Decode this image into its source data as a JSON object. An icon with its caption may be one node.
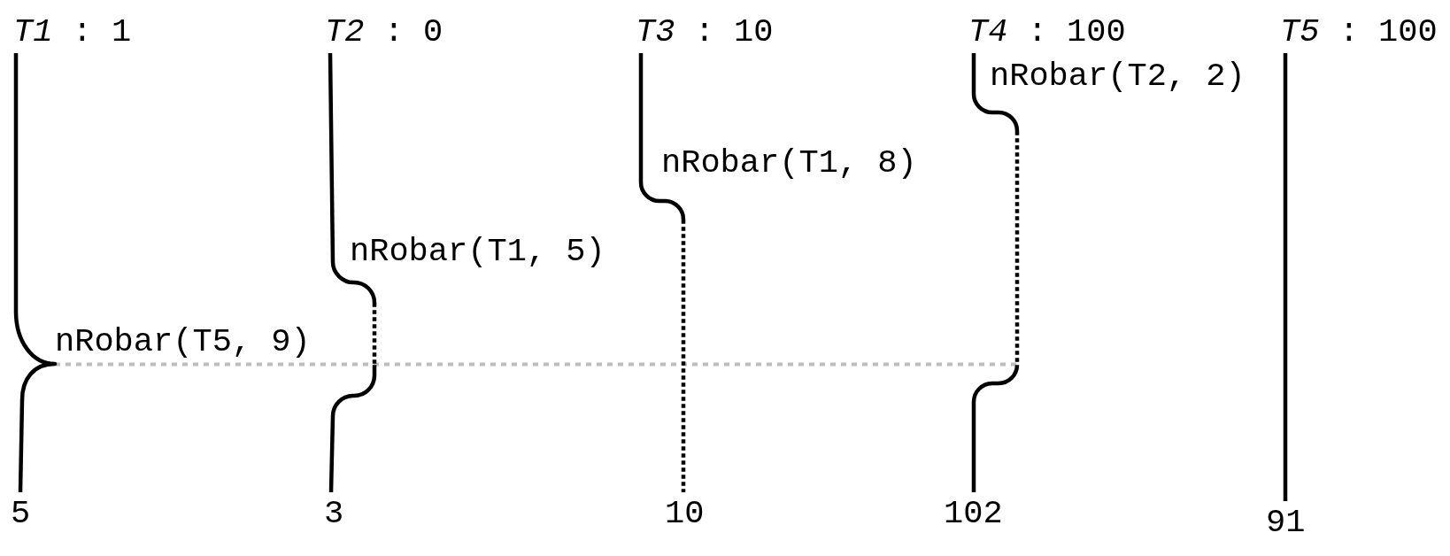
{
  "diagram": {
    "nodes": [
      {
        "text": [
          "*T1* : 1"
        ]
      },
      {
        "text": [
          "*T2* : 0"
        ]
      },
      {
        "text": [
          "*T3* : 10"
        ]
      },
      {
        "text": [
          "*T4* : 100"
        ]
      },
      {
        "text": [
          "*T5* : 100"
        ]
      },
      {
        "text": [
          "5"
        ]
      },
      {
        "text": [
          "3"
        ]
      },
      {
        "text": [
          "10"
        ]
      },
      {
        "text": [
          "102"
        ]
      },
      {
        "text": [
          "91"
        ]
      }
    ],
    "edges": [
      {
        "from": 0,
        "to": 5,
        "arrow": "none",
        "label": "nRobar(T5, 9)"
      },
      {
        "from": 1,
        "to": 6,
        "arrow": "none",
        "label": "nRobar(T1, 5)",
        "style": "dashed"
      },
      {
        "from": 2,
        "to": 7,
        "arrow": "none",
        "label": "nRobar(T1, 8)",
        "style": "dashed"
      },
      {
        "from": 3,
        "to": 8,
        "arrow": "none",
        "label": "nRobar(T2, 2)",
        "style": "dashed"
      },
      {
        "from": 4,
        "to": 9,
        "arrow": "none"
      }
    ]
  }
}
